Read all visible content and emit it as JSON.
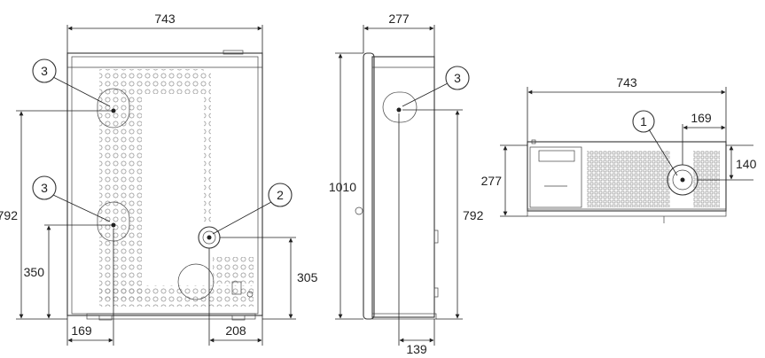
{
  "dimensions": {
    "back_width": "743",
    "back_height": "792",
    "back_inlet_height": "350",
    "back_left_offset": "169",
    "back_outlet_height": "305",
    "back_outlet_offset": "208",
    "side_depth": "277",
    "side_height": "1010",
    "side_inlet_height": "792",
    "side_inlet_offset": "139",
    "top_width": "743",
    "top_depth": "277",
    "top_flue_offset": "169",
    "top_flue_depth": "140"
  },
  "callouts": {
    "back_upper_inlet": "3",
    "back_lower_inlet": "3",
    "back_outlet": "2",
    "side_inlet": "3",
    "top_flue": "1"
  }
}
